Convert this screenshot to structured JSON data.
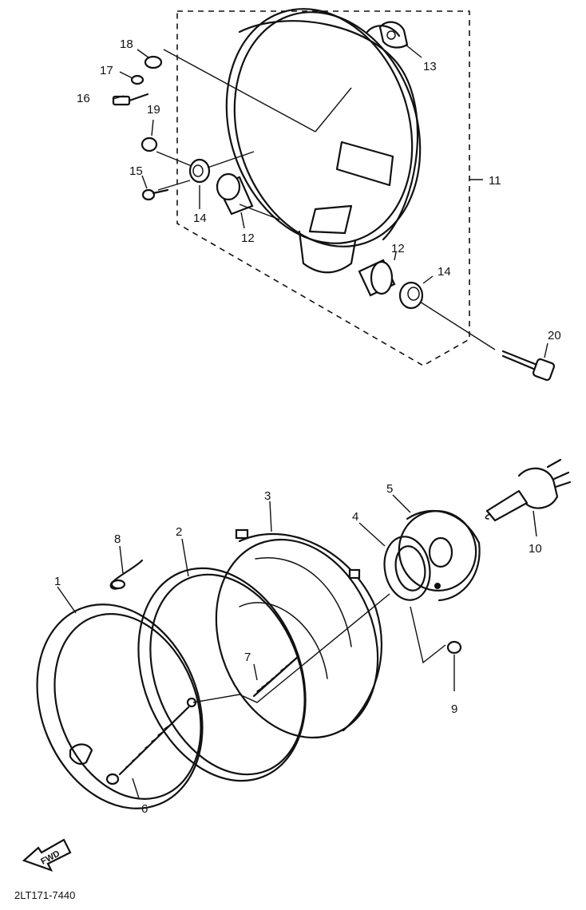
{
  "diagram_code": "2LT171-7440",
  "fwd_label": "FWD",
  "parts": [
    {
      "id": "p1",
      "label": "1"
    },
    {
      "id": "p2",
      "label": "2"
    },
    {
      "id": "p3",
      "label": "3"
    },
    {
      "id": "p4",
      "label": "4"
    },
    {
      "id": "p5",
      "label": "5"
    },
    {
      "id": "p6",
      "label": "6"
    },
    {
      "id": "p7",
      "label": "7"
    },
    {
      "id": "p8",
      "label": "8"
    },
    {
      "id": "p9",
      "label": "9"
    },
    {
      "id": "p10",
      "label": "10"
    },
    {
      "id": "p11",
      "label": "11"
    },
    {
      "id": "p12a",
      "label": "12"
    },
    {
      "id": "p12b",
      "label": "12"
    },
    {
      "id": "p13",
      "label": "13"
    },
    {
      "id": "p14a",
      "label": "14"
    },
    {
      "id": "p14b",
      "label": "14"
    },
    {
      "id": "p15",
      "label": "15"
    },
    {
      "id": "p16",
      "label": "16"
    },
    {
      "id": "p17",
      "label": "17"
    },
    {
      "id": "p18",
      "label": "18"
    },
    {
      "id": "p19",
      "label": "19"
    },
    {
      "id": "p20",
      "label": "20"
    }
  ]
}
